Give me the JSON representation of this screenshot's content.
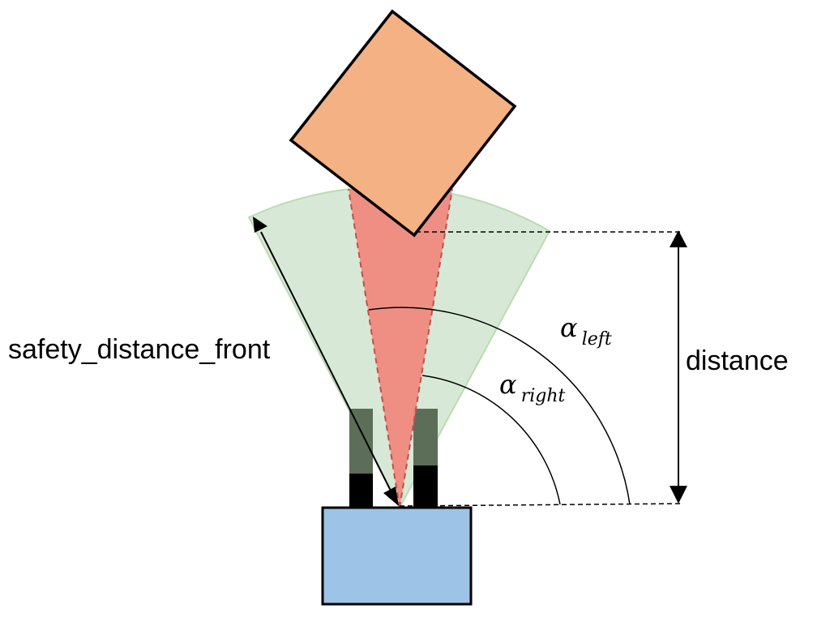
{
  "labels": {
    "safety_distance_front": "safety_distance_front",
    "distance": "distance",
    "alpha_left_symbol": "α",
    "alpha_left_subscript": "left",
    "alpha_right_symbol": "α",
    "alpha_right_subscript": "right"
  },
  "colors": {
    "obstacle_fill": "#f4b183",
    "robot_fill": "#9dc3e6",
    "safety_sector_fill": "#d5e8d4",
    "safety_sector_stroke": "#b9dcb0",
    "cone_fill": "#f08a80",
    "cone_stroke": "#c0504d",
    "outline": "#000000",
    "sensor_overlay": "#7f917a"
  }
}
